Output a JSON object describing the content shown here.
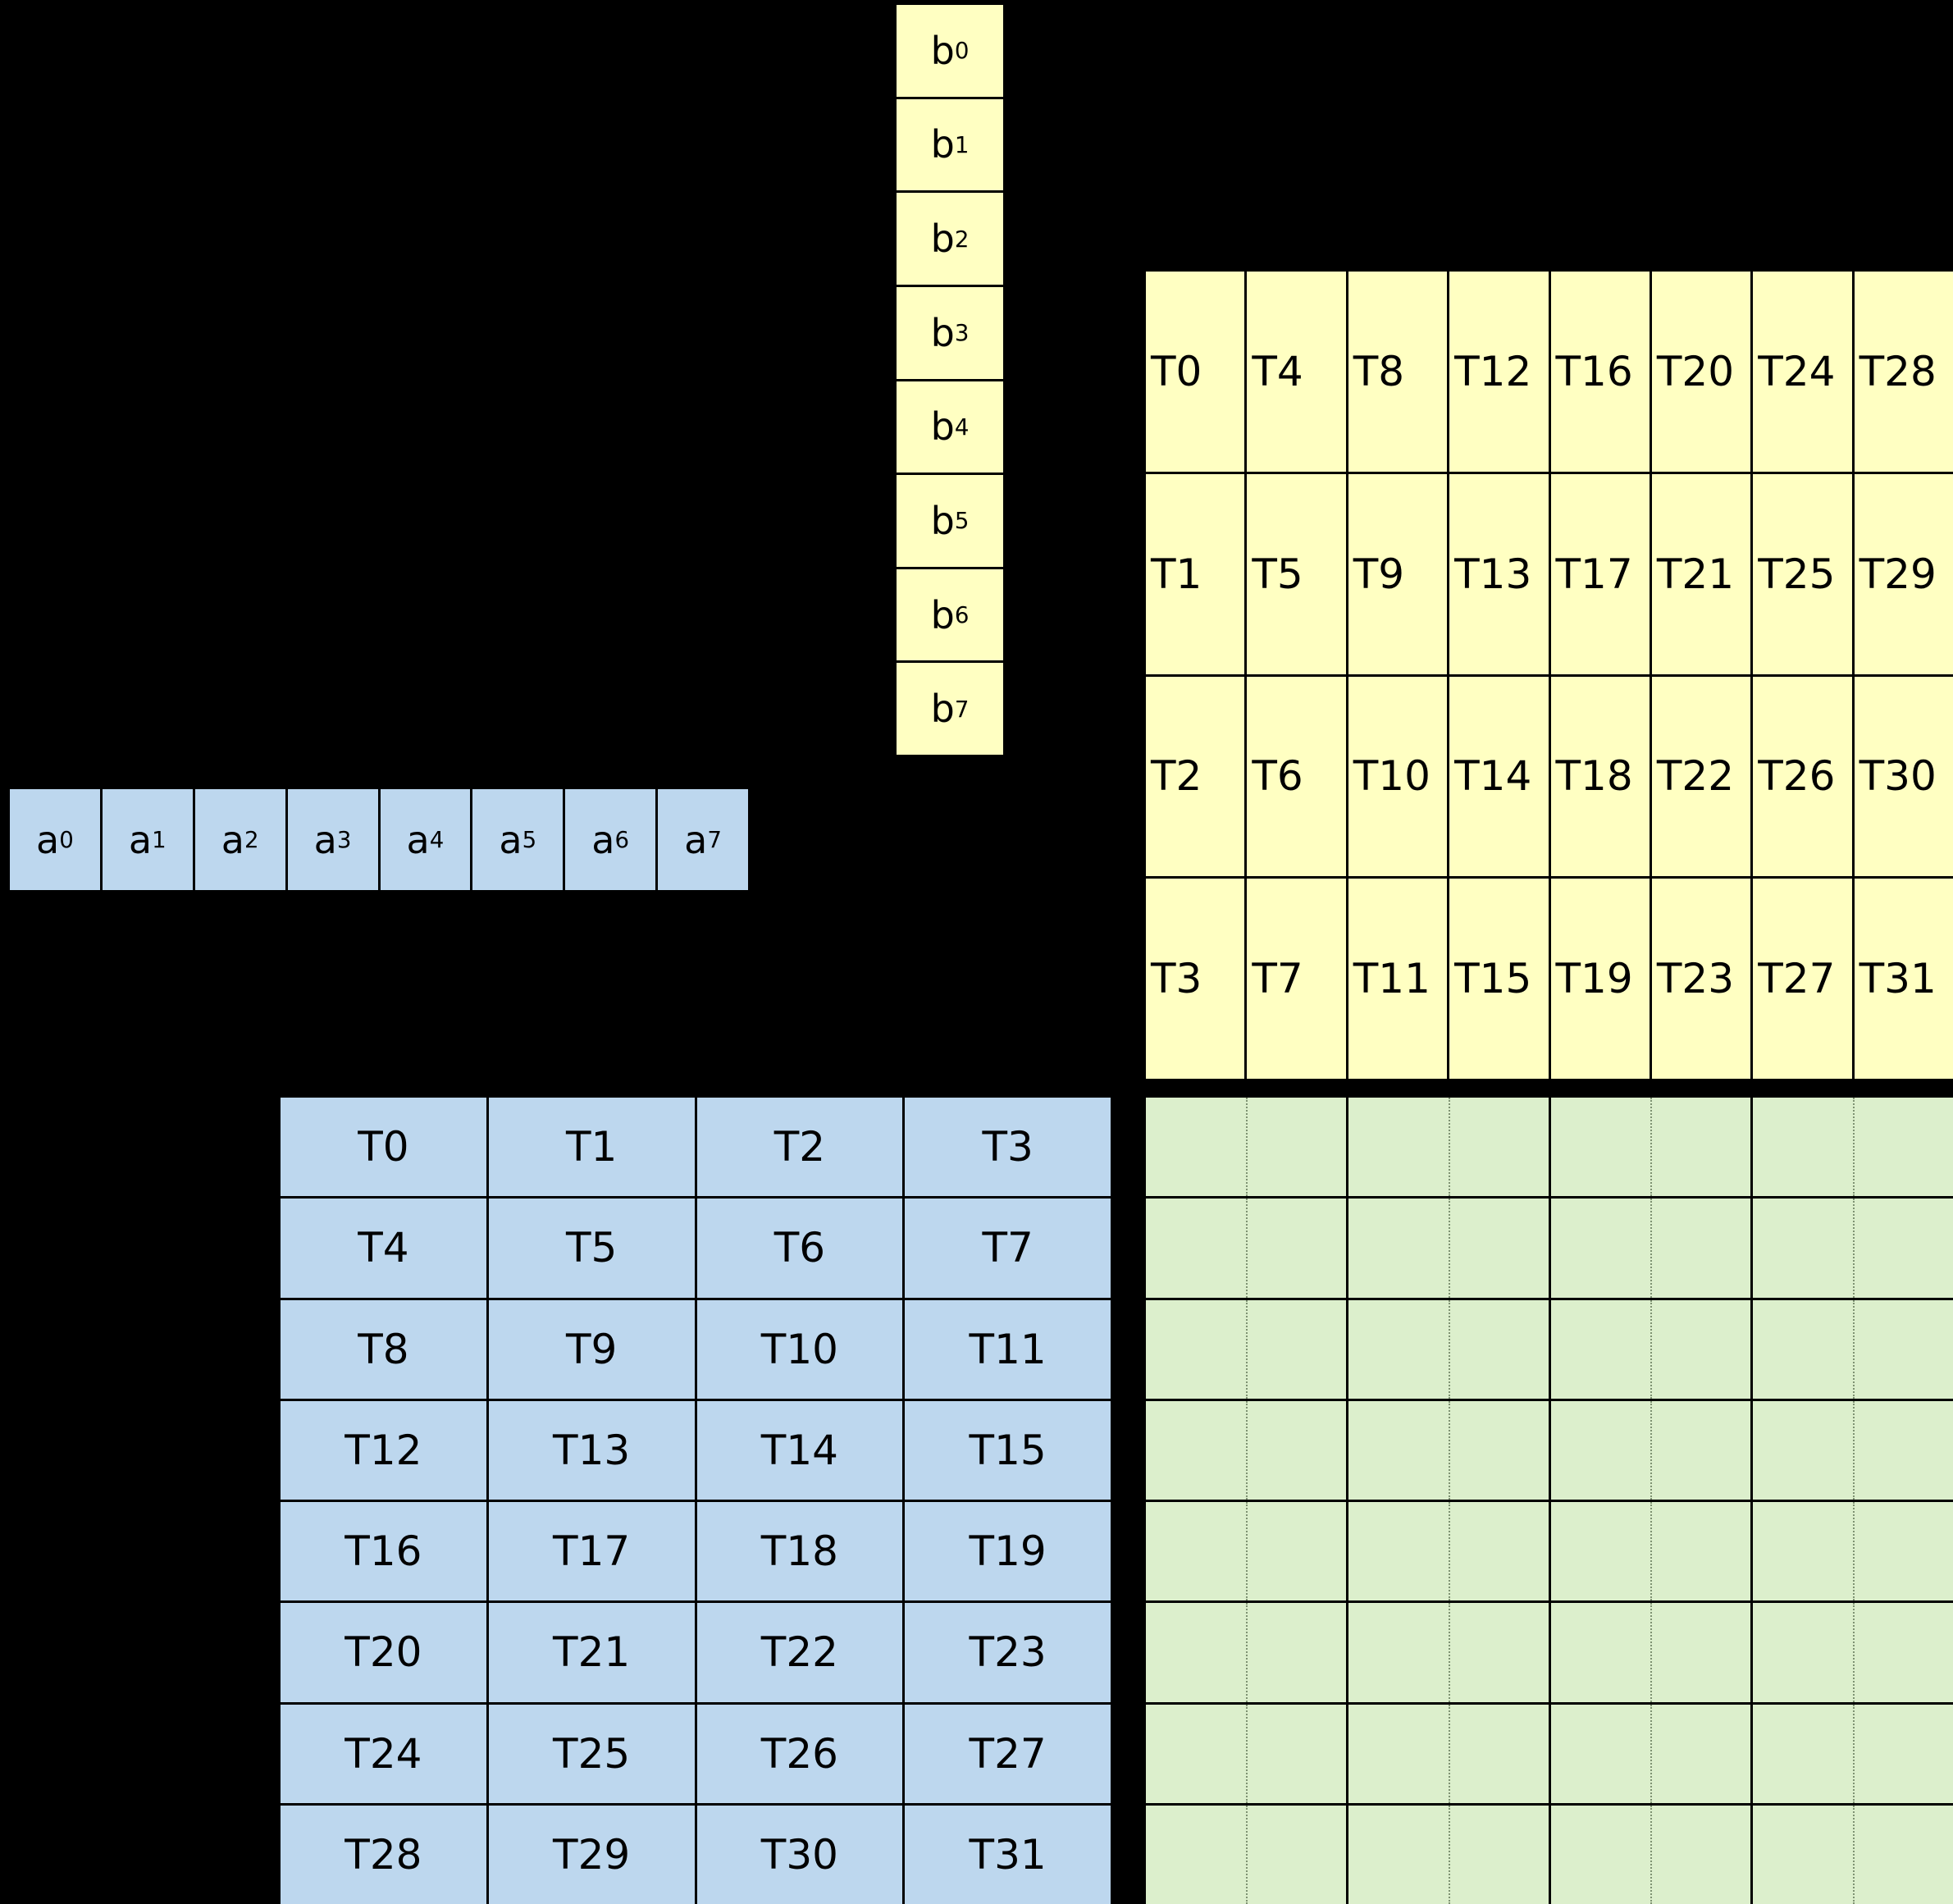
{
  "colors": {
    "background": "#000000",
    "yellow_fill": "#FFFFC2",
    "blue_fill": "#BDD7EE",
    "green_fill": "#DCEFCC",
    "grid_line": "#000000"
  },
  "vector_b": {
    "cells": [
      {
        "base": "b",
        "sub": "0"
      },
      {
        "base": "b",
        "sub": "1"
      },
      {
        "base": "b",
        "sub": "2"
      },
      {
        "base": "b",
        "sub": "3"
      },
      {
        "base": "b",
        "sub": "4"
      },
      {
        "base": "b",
        "sub": "5"
      },
      {
        "base": "b",
        "sub": "6"
      },
      {
        "base": "b",
        "sub": "7"
      }
    ]
  },
  "vector_a": {
    "cells": [
      {
        "base": "a",
        "sub": "0"
      },
      {
        "base": "a",
        "sub": "1"
      },
      {
        "base": "a",
        "sub": "2"
      },
      {
        "base": "a",
        "sub": "3"
      },
      {
        "base": "a",
        "sub": "4"
      },
      {
        "base": "a",
        "sub": "5"
      },
      {
        "base": "a",
        "sub": "6"
      },
      {
        "base": "a",
        "sub": "7"
      }
    ]
  },
  "thread_map_top": {
    "rows": [
      [
        "T0",
        "T4",
        "T8",
        "T12",
        "T16",
        "T20",
        "T24",
        "T28"
      ],
      [
        "T1",
        "T5",
        "T9",
        "T13",
        "T17",
        "T21",
        "T25",
        "T29"
      ],
      [
        "T2",
        "T6",
        "T10",
        "T14",
        "T18",
        "T22",
        "T26",
        "T30"
      ],
      [
        "T3",
        "T7",
        "T11",
        "T15",
        "T19",
        "T23",
        "T27",
        "T31"
      ]
    ]
  },
  "thread_map_left": {
    "rows": [
      [
        "T0",
        "T1",
        "T2",
        "T3"
      ],
      [
        "T4",
        "T5",
        "T6",
        "T7"
      ],
      [
        "T8",
        "T9",
        "T10",
        "T11"
      ],
      [
        "T12",
        "T13",
        "T14",
        "T15"
      ],
      [
        "T16",
        "T17",
        "T18",
        "T19"
      ],
      [
        "T20",
        "T21",
        "T22",
        "T23"
      ],
      [
        "T24",
        "T25",
        "T26",
        "T27"
      ],
      [
        "T28",
        "T29",
        "T30",
        "T31"
      ]
    ]
  },
  "accumulator_grid": {
    "rows": 8,
    "cols": 8,
    "col_groups": 4,
    "group_divider_style": "dotted"
  }
}
